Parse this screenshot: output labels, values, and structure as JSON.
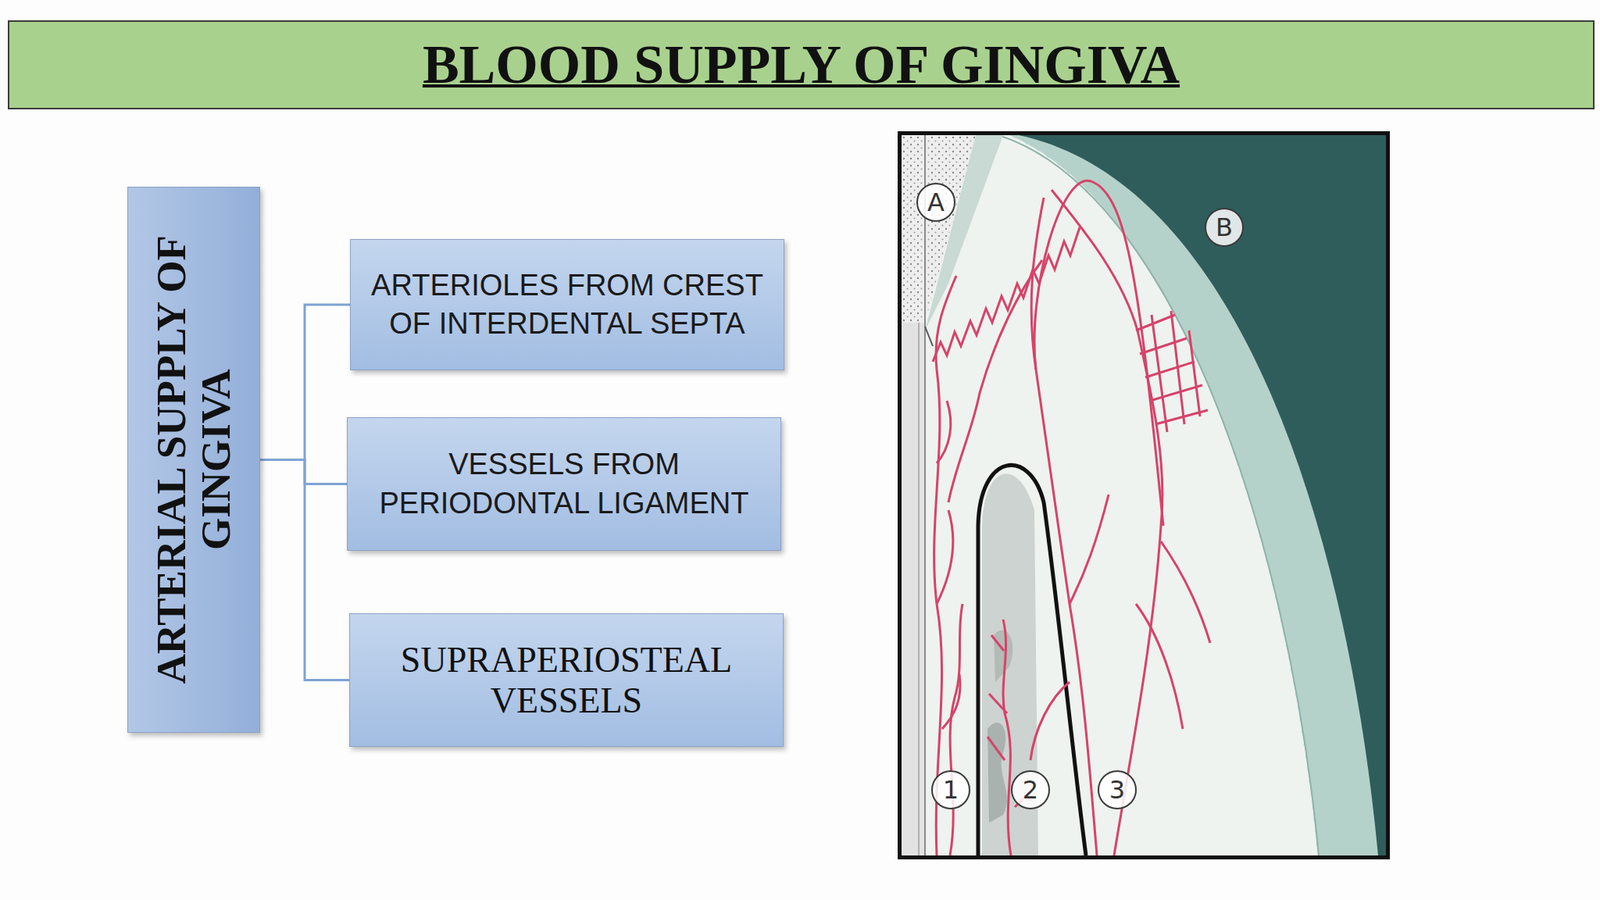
{
  "diagram": {
    "title": "BLOOD SUPPLY OF GINGIVA",
    "nodes": [
      {
        "text": [
          "ARTERIAL SUPPLY OF GINGIVA"
        ]
      },
      {
        "text": [
          "ARTERIOLES FROM CREST OF INTERDENTAL SEPTA"
        ]
      },
      {
        "text": [
          "VESSELS FROM PERIODONTAL LIGAMENT"
        ]
      },
      {
        "text": [
          "SUPRAPERIOSTEAL VESSELS"
        ]
      }
    ],
    "edges": [
      {
        "from": 0,
        "to": 1,
        "arrow": "none"
      },
      {
        "from": 0,
        "to": 2,
        "arrow": "none"
      },
      {
        "from": 0,
        "to": 3,
        "arrow": "none"
      }
    ],
    "labels": [
      "A",
      "B",
      "1",
      "2",
      "3"
    ]
  }
}
